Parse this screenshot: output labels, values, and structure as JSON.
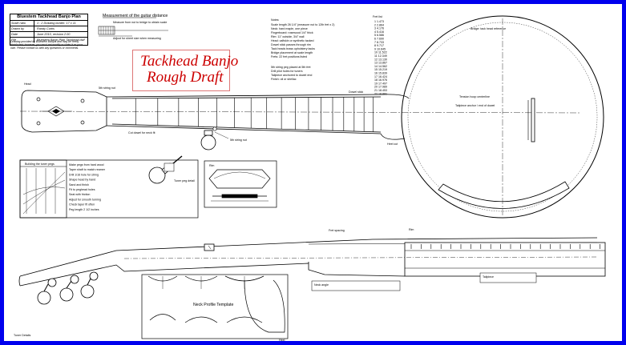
{
  "title_block": {
    "heading": "Bluestem Tackhead Banjo Plan",
    "rows": [
      {
        "key": "Scale ratio",
        "value": "1 : 2    Drawing border: 17 x 11"
      },
      {
        "key": "Drawn by",
        "value": "Randy Curtis"
      },
      {
        "key": "Date",
        "value": "June 2010, revision 2.00"
      },
      {
        "key": "File",
        "value": "Bluestem Banjo Plan Tackhead.dwf"
      }
    ],
    "note": "Drawing provided by Bluestem Banjos and may be freely distributed; however, you must not modify or claim it as your own. Please contact us with any questions or comments."
  },
  "banner": {
    "line1": "Tackhead Banjo",
    "line2": "Rough Draft"
  },
  "measure_note": {
    "title": "Measurement of the guitar distance",
    "line1": "Measure from nut to bridge to obtain scale",
    "line2": "Adjust for sheet size when measuring"
  },
  "labels": {
    "neck_profile": "Neck Profile Template",
    "heel": "Heel",
    "head": "Head",
    "dowel_label": "5th string nut",
    "tack_label": "Bridge: tack head reference",
    "tension_hoop": "Tension hoop centerline",
    "tailpiece_label": "Tailpiece anchor / end of dowel",
    "detail_caption": "Tuner peg detail",
    "fret_spacing": "Fret spacing"
  },
  "notes_block": [
    "Notes:",
    "Scale length 26 1/4\" (measure nut to 12th fret x 2)",
    "Neck: hard maple, one piece",
    "Fingerboard: rosewood 1/4\" thick",
    "Rim: 11\" outside, 3/4\" wall",
    "Head: calfskin or synthetic tacked",
    "Dowel stick passes through rim",
    "Tack heads brass upholstery tacks",
    "Bridge placement at scale length",
    "Frets: 22 fret positions listed"
  ],
  "notes_block2": [
    "5th string peg placed at 5th fret",
    "Drill pilot holes for tuners",
    "Tailpiece anchored to dowel end",
    "Finish: oil or shellac"
  ],
  "fret_table": {
    "heading": "Fret list",
    "values": [
      "1.473",
      "2.864",
      "4.176",
      "5.416",
      "6.586",
      "7.690",
      "8.733",
      "9.717",
      "10.645",
      "11.522",
      "12.349",
      "13.130",
      "13.867",
      "14.562",
      "15.219",
      "15.839",
      "16.424",
      "16.976",
      "17.497",
      "17.989",
      "18.453",
      "18.891"
    ]
  },
  "left_table": {
    "heading": "Building the tuner pegs",
    "lines": [
      "Make pegs from hard wood",
      "Taper shaft to match reamer",
      "Drill 1/16 hole for string",
      "Shape head by hand",
      "Sand and finish",
      "Fit to peghead holes",
      "Seat with friction",
      "Adjust for smooth turning",
      "Check taper fit often",
      "Peg length 2 1/2 inches"
    ]
  },
  "side_view_labels": {
    "l1": "5th string nut",
    "l2": "Dowel stick",
    "l3": "Heel cut",
    "l4": "Rim",
    "l5": "Tailpiece",
    "l6": "Cut dowel for neck fit",
    "l7": "Neck angle"
  },
  "footer": "Tuner Details",
  "colors": {
    "border": "#0000ee",
    "banner_text": "#cc0000",
    "banner_border": "#dd7777"
  }
}
